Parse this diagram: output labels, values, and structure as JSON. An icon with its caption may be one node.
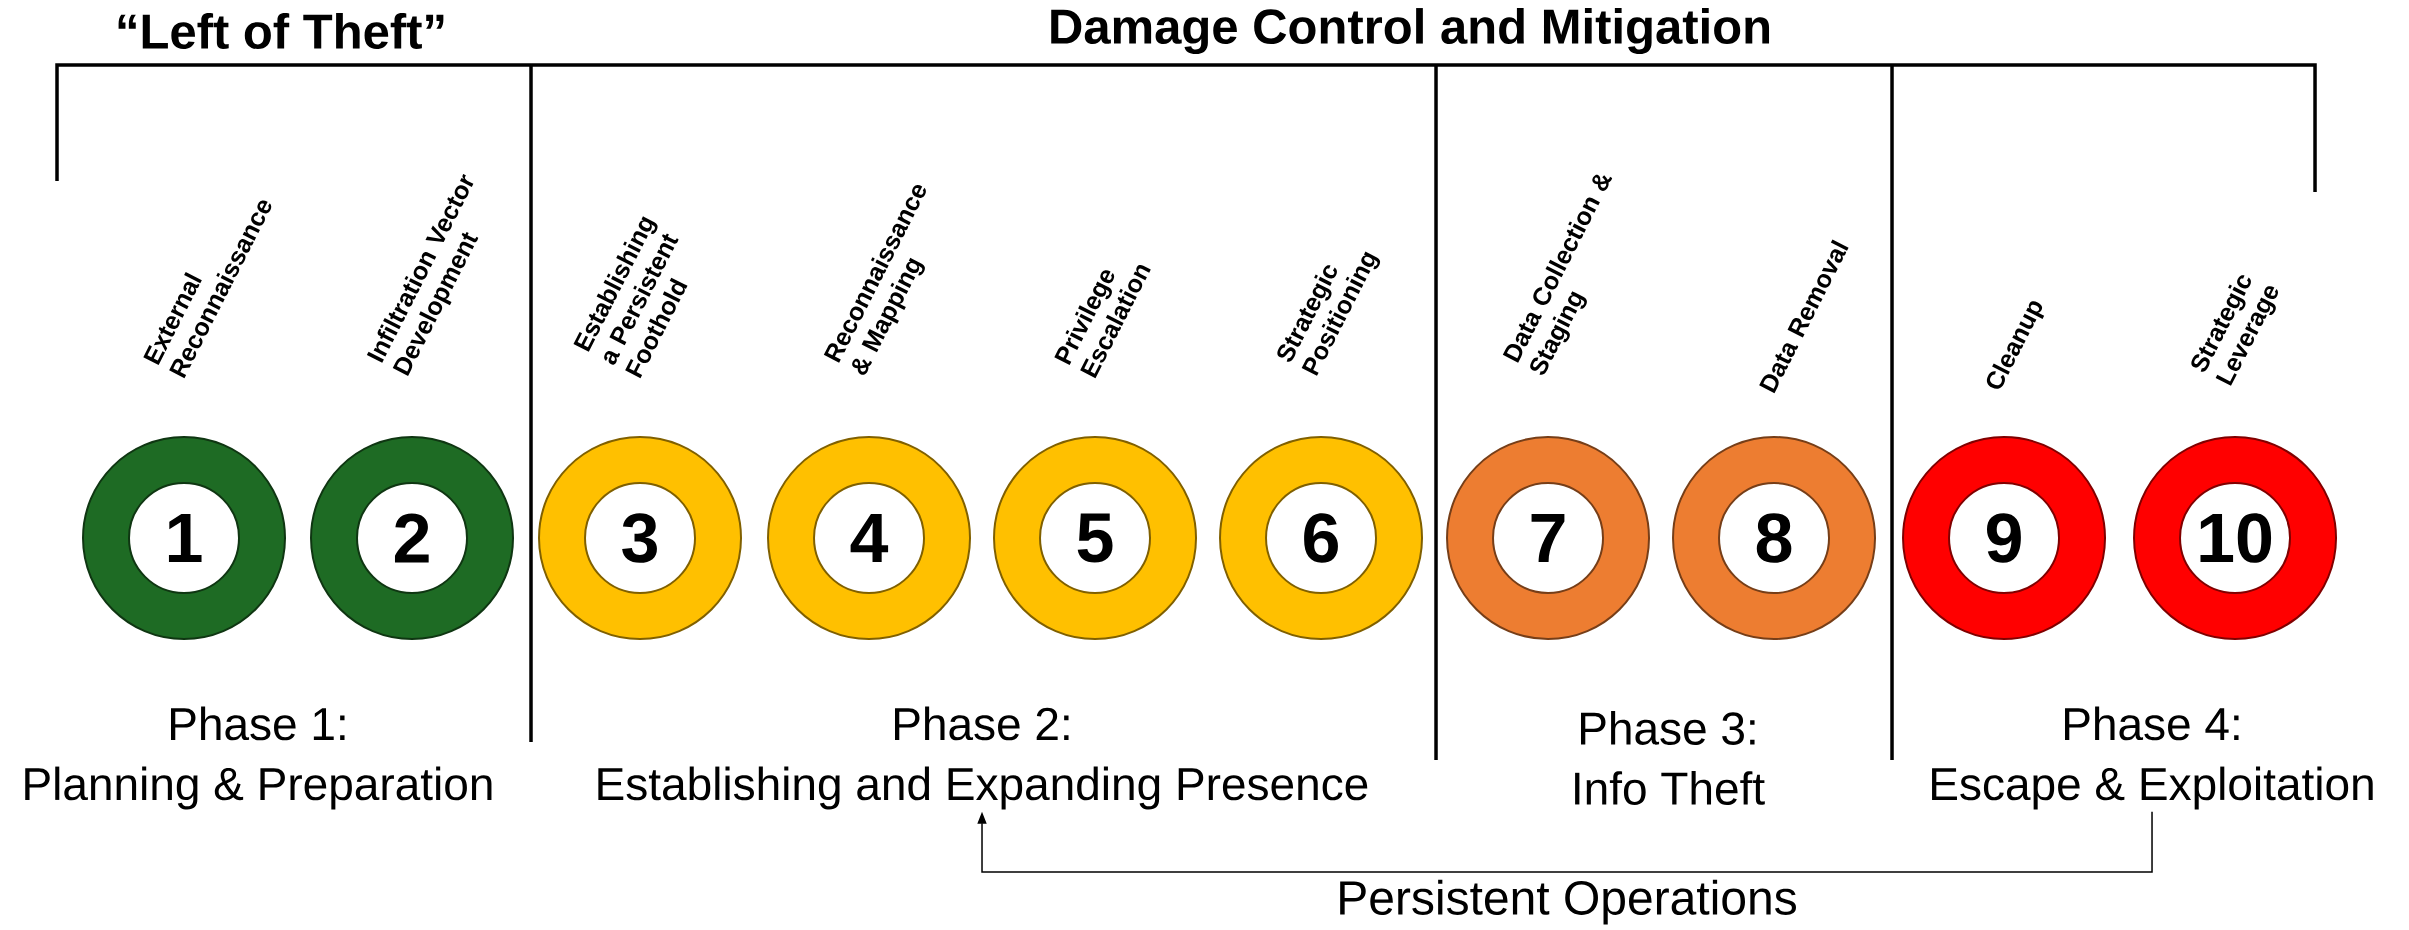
{
  "diagram": {
    "nodes": [
      {
        "text": [
          "1"
        ],
        "beside": [
          "External Reconnaissance"
        ]
      },
      {
        "text": [
          "2"
        ],
        "beside": [
          "Infiltration Vector Development"
        ]
      },
      {
        "text": [
          "3"
        ],
        "beside": [
          "Establishing a Persistent Foothold"
        ]
      },
      {
        "text": [
          "4"
        ],
        "beside": [
          "Reconnaissance & Mapping"
        ]
      },
      {
        "text": [
          "5"
        ],
        "beside": [
          "Privilege Escalation"
        ]
      },
      {
        "text": [
          "6"
        ],
        "beside": [
          "Strategic Positioning"
        ]
      },
      {
        "text": [
          "7"
        ],
        "beside": [
          "Data Collection & Staging"
        ]
      },
      {
        "text": [
          "8"
        ],
        "beside": [
          "Data Removal"
        ]
      },
      {
        "text": [
          "9"
        ],
        "beside": [
          "Cleanup"
        ]
      },
      {
        "text": [
          "10"
        ],
        "beside": [
          "Strategic Leverage"
        ]
      },
      {
        "text": [
          "Phase 1:",
          "Planning & Preparation"
        ]
      },
      {
        "text": [
          "Phase 2:",
          "Establishing and Expanding Presence"
        ]
      },
      {
        "text": [
          "Phase 3:",
          "Info Theft"
        ]
      },
      {
        "text": [
          "Phase 4:",
          "Escape & Exploitation"
        ]
      }
    ],
    "edges": [
      {
        "from": 13,
        "to": 11,
        "arrow": "to",
        "label": "Persistent Operations"
      }
    ],
    "labels": [
      "“Left of Theft”",
      "Damage Control and Mitigation"
    ]
  }
}
